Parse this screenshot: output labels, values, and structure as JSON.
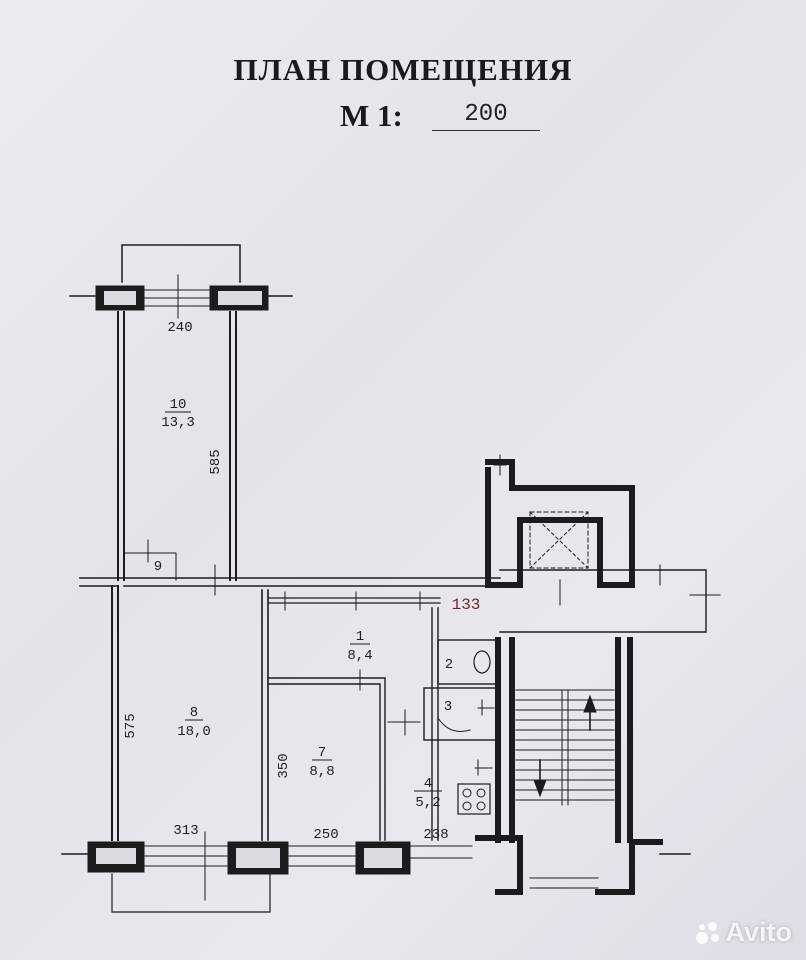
{
  "header": {
    "title": "ПЛАН ПОМЕЩЕНИЯ",
    "scale_label": "М 1:",
    "scale_value": "200"
  },
  "rooms": [
    {
      "number": "10",
      "area": "13,3"
    },
    {
      "number": "8",
      "area": "18,0"
    },
    {
      "number": "1",
      "area": "8,4"
    },
    {
      "number": "2",
      "area": ""
    },
    {
      "number": "3",
      "area": ""
    },
    {
      "number": "7",
      "area": "8,8"
    },
    {
      "number": "4",
      "area": "5,2"
    }
  ],
  "dimensions": {
    "d240": "240",
    "d585": "585",
    "d9": "9",
    "d133": "133",
    "d575": "575",
    "d350": "350",
    "d313": "313",
    "d250": "250",
    "d238": "238"
  },
  "watermark": "Avito"
}
